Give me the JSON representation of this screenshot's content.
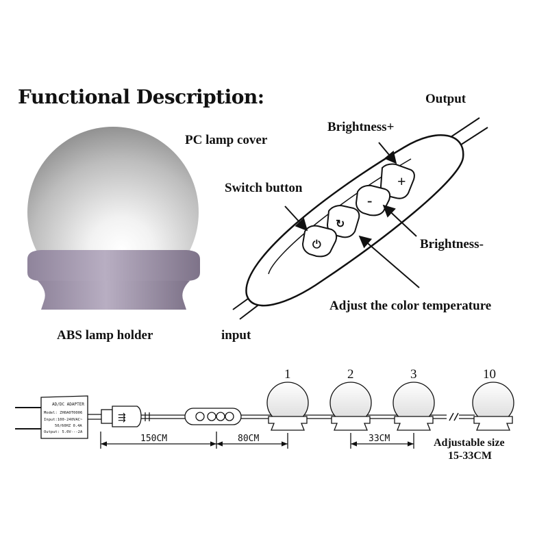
{
  "title": "Functional Description:",
  "labels": {
    "output": "Output",
    "brightness_plus": "Brightness+",
    "pc_lamp_cover": "PC lamp cover",
    "switch_button": "Switch button",
    "brightness_minus": "Brightness-",
    "adjust_color_temp": "Adjust the color temperature",
    "abs_lamp_holder": "ABS lamp holder",
    "input": "input"
  },
  "adapter": {
    "title": "AD/DC ADAPTER",
    "model": "Model: ZH0A0T0006",
    "input": "Input:100-240VAC~",
    "freq": "50/60HZ 0.4A",
    "output": "Output: 5.0V---2A"
  },
  "bulb_numbers": [
    "1",
    "2",
    "3",
    "10"
  ],
  "dimensions": {
    "d1": "150CM",
    "d2": "80CM",
    "d3": "33CM",
    "adjustable_line1": "Adjustable size",
    "adjustable_line2": "15-33CM"
  },
  "colors": {
    "holder": "#9a8fa6",
    "line": "#111111"
  }
}
